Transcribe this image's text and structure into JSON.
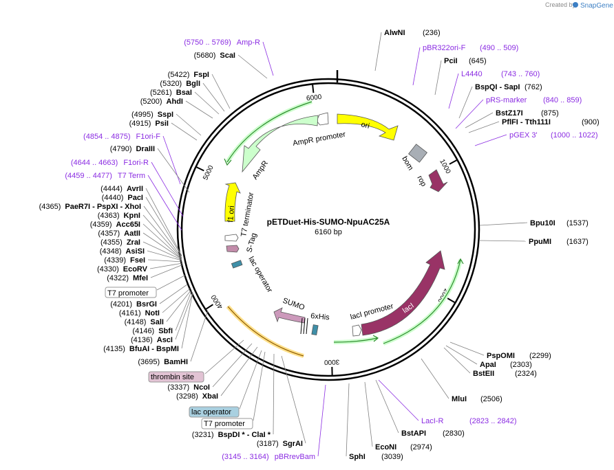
{
  "brand": {
    "created_by": "Created by",
    "name": "SnapGene"
  },
  "plasmid": {
    "name": "pETDuet-His-SUMO-NpuAC25A",
    "size_text": "6160 bp",
    "length": 6160
  },
  "ticks": [
    {
      "bp": 1000,
      "label": "1000"
    },
    {
      "bp": 2000,
      "label": "2000"
    },
    {
      "bp": 3000,
      "label": "3000"
    },
    {
      "bp": 4000,
      "label": "4000"
    },
    {
      "bp": 5000,
      "label": "5000"
    },
    {
      "bp": 6000,
      "label": "6000"
    }
  ],
  "labels_right": [
    {
      "name": "AlwNI",
      "pos": "(236)",
      "kind": "enzyme"
    },
    {
      "name": "pBR322ori-F",
      "pos": "(490 .. 509)",
      "kind": "primer"
    },
    {
      "name": "PciI",
      "pos": "(645)",
      "kind": "enzyme"
    },
    {
      "name": "L4440",
      "pos": "(743 .. 760)",
      "kind": "primer"
    },
    {
      "name": "BspQI  -  SapI",
      "pos": "(762)",
      "kind": "enzyme"
    },
    {
      "name": "pRS-marker",
      "pos": "(840 .. 859)",
      "kind": "primer"
    },
    {
      "name": "BstZ17I",
      "pos": "(875)",
      "kind": "enzyme"
    },
    {
      "name": "PflFI  -  Tth111I",
      "pos": "(900)",
      "kind": "enzyme"
    },
    {
      "name": "pGEX 3'",
      "pos": "(1000 .. 1022)",
      "kind": "primer"
    },
    {
      "name": "Bpu10I",
      "pos": "(1537)",
      "kind": "enzyme"
    },
    {
      "name": "PpuMI",
      "pos": "(1637)",
      "kind": "enzyme"
    },
    {
      "name": "PspOMI",
      "pos": "(2299)",
      "kind": "enzyme"
    },
    {
      "name": "ApaI",
      "pos": "(2303)",
      "kind": "enzyme"
    },
    {
      "name": "BstEII",
      "pos": "(2324)",
      "kind": "enzyme"
    },
    {
      "name": "MluI",
      "pos": "(2506)",
      "kind": "enzyme"
    },
    {
      "name": "LacI-R",
      "pos": "(2823 .. 2842)",
      "kind": "primer"
    },
    {
      "name": "BstAPI",
      "pos": "(2830)",
      "kind": "enzyme"
    },
    {
      "name": "EcoNI",
      "pos": "(2974)",
      "kind": "enzyme"
    },
    {
      "name": "SphI",
      "pos": "(3039)",
      "kind": "enzyme"
    }
  ],
  "labels_left": [
    {
      "name": "Amp-R",
      "pos": "(5750 .. 5769)",
      "kind": "primer"
    },
    {
      "name": "ScaI",
      "pos": "(5680)",
      "kind": "enzyme"
    },
    {
      "name": "FspI",
      "pos": "(5422)",
      "kind": "enzyme"
    },
    {
      "name": "BglI",
      "pos": "(5320)",
      "kind": "enzyme"
    },
    {
      "name": "BsaI",
      "pos": "(5261)",
      "kind": "enzyme"
    },
    {
      "name": "AhdI",
      "pos": "(5200)",
      "kind": "enzyme"
    },
    {
      "name": "SspI",
      "pos": "(4995)",
      "kind": "enzyme"
    },
    {
      "name": "PsiI",
      "pos": "(4915)",
      "kind": "enzyme"
    },
    {
      "name": "F1ori-F",
      "pos": "(4854 .. 4875)",
      "kind": "primer"
    },
    {
      "name": "DraIII",
      "pos": "(4790)",
      "kind": "enzyme"
    },
    {
      "name": "F1ori-R",
      "pos": "(4644 .. 4663)",
      "kind": "primer"
    },
    {
      "name": "T7 Term",
      "pos": "(4459 .. 4477)",
      "kind": "primer"
    },
    {
      "name": "AvrII",
      "pos": "(4444)",
      "kind": "enzyme"
    },
    {
      "name": "PacI",
      "pos": "(4440)",
      "kind": "enzyme"
    },
    {
      "name": "PaeR7I  -  PspXI  -  XhoI",
      "pos": "(4365)",
      "kind": "enzyme"
    },
    {
      "name": "KpnI",
      "pos": "(4363)",
      "kind": "enzyme"
    },
    {
      "name": "Acc65I",
      "pos": "(4359)",
      "kind": "enzyme"
    },
    {
      "name": "AatII",
      "pos": "(4357)",
      "kind": "enzyme"
    },
    {
      "name": "ZraI",
      "pos": "(4355)",
      "kind": "enzyme"
    },
    {
      "name": "AsiSI",
      "pos": "(4348)",
      "kind": "enzyme"
    },
    {
      "name": "FseI",
      "pos": "(4339)",
      "kind": "enzyme"
    },
    {
      "name": "EcoRV",
      "pos": "(4330)",
      "kind": "enzyme"
    },
    {
      "name": "MfeI",
      "pos": "(4322)",
      "kind": "enzyme"
    },
    {
      "name": "T7 promoter",
      "pos": "",
      "kind": "feature-box"
    },
    {
      "name": "BsrGI",
      "pos": "(4201)",
      "kind": "enzyme"
    },
    {
      "name": "NotI",
      "pos": "(4161)",
      "kind": "enzyme"
    },
    {
      "name": "SalI",
      "pos": "(4148)",
      "kind": "enzyme"
    },
    {
      "name": "SbfI",
      "pos": "(4146)",
      "kind": "enzyme"
    },
    {
      "name": "AscI",
      "pos": "(4136)",
      "kind": "enzyme"
    },
    {
      "name": "BfuAI  -  BspMI",
      "pos": "(4135)",
      "kind": "enzyme"
    },
    {
      "name": "BamHI",
      "pos": "(3695)",
      "kind": "enzyme"
    },
    {
      "name": "thrombin site",
      "pos": "",
      "kind": "feature-box"
    },
    {
      "name": "NcoI",
      "pos": "(3337)",
      "kind": "enzyme"
    },
    {
      "name": "XbaI",
      "pos": "(3298)",
      "kind": "enzyme"
    },
    {
      "name": "lac operator",
      "pos": "",
      "kind": "feature-box"
    },
    {
      "name": "T7 promoter",
      "pos": "",
      "kind": "feature-box"
    },
    {
      "name": "BspDI *  -  ClaI *",
      "pos": "(3231)",
      "kind": "enzyme"
    },
    {
      "name": "SgrAI",
      "pos": "(3187)",
      "kind": "enzyme"
    },
    {
      "name": "pBRrevBam",
      "pos": "(3145 .. 3164)",
      "kind": "primer"
    }
  ],
  "features": [
    {
      "name": "ori",
      "color": "#ffff00"
    },
    {
      "name": "bom",
      "color": "#a8aeb5"
    },
    {
      "name": "rop",
      "color": "#993366"
    },
    {
      "name": "AmpR promoter",
      "color": "#ffffff"
    },
    {
      "name": "AmpR",
      "color": "#ccffcc"
    },
    {
      "name": "f1 ori",
      "color": "#ffff00"
    },
    {
      "name": "T7 terminator",
      "color": "#ffffff"
    },
    {
      "name": "S-Tag",
      "color": "#c28caa"
    },
    {
      "name": "lac operator",
      "color": "#3f8fa8"
    },
    {
      "name": "SUMO",
      "color": "#cc99bb"
    },
    {
      "name": "6xHis",
      "color": "#3f8fa8"
    },
    {
      "name": "lacI promoter",
      "color": "#ffffff"
    },
    {
      "name": "lacI",
      "color": "#993366"
    }
  ],
  "colors": {
    "primer": "#8a2be2",
    "backbone": "#000000",
    "leader": "#808080"
  }
}
